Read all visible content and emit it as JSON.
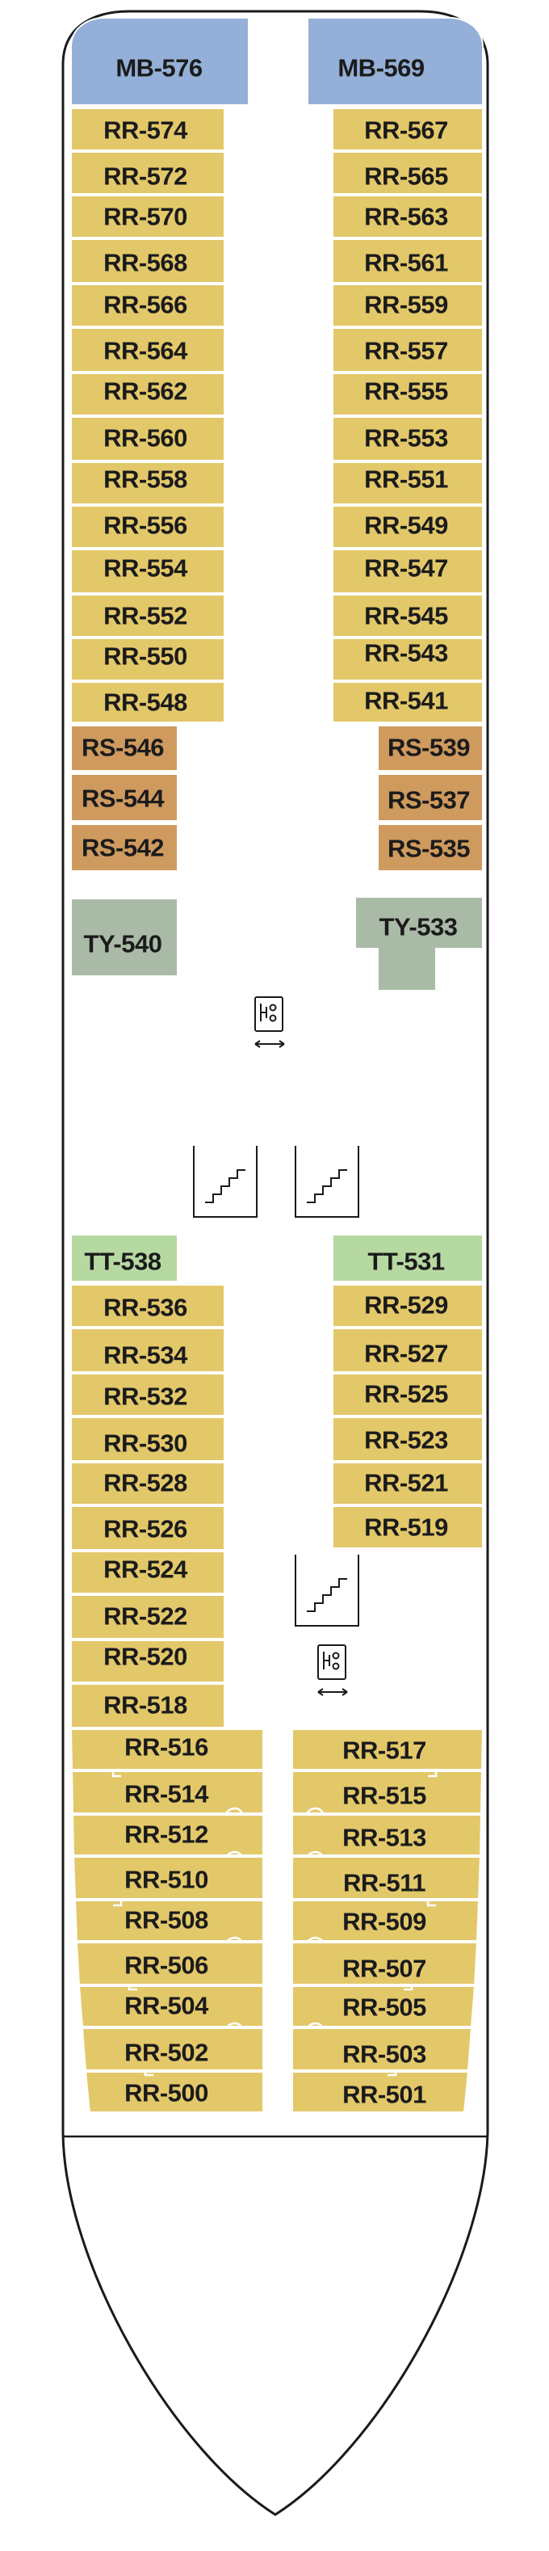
{
  "colors": {
    "suite": "#94b0d8",
    "cabin": "#e3c86a",
    "superior": "#cf9a5e",
    "grey": "#a9bba6",
    "green": "#b6d9a2",
    "hull_line": "#1a1a1a"
  },
  "icons": {
    "elevator": "elevator-icon",
    "stairs": "stairs-icon"
  },
  "cabins": [
    {
      "id": "mb576",
      "label": "MB-576",
      "cat": "suite"
    },
    {
      "id": "mb569",
      "label": "MB-569",
      "cat": "suite"
    },
    {
      "id": "rr574",
      "label": "RR-574",
      "cat": "cabin"
    },
    {
      "id": "rr572",
      "label": "RR-572",
      "cat": "cabin"
    },
    {
      "id": "rr570",
      "label": "RR-570",
      "cat": "cabin"
    },
    {
      "id": "rr568",
      "label": "RR-568",
      "cat": "cabin"
    },
    {
      "id": "rr566",
      "label": "RR-566",
      "cat": "cabin"
    },
    {
      "id": "rr564",
      "label": "RR-564",
      "cat": "cabin"
    },
    {
      "id": "rr562",
      "label": "RR-562",
      "cat": "cabin"
    },
    {
      "id": "rr560",
      "label": "RR-560",
      "cat": "cabin"
    },
    {
      "id": "rr558",
      "label": "RR-558",
      "cat": "cabin"
    },
    {
      "id": "rr556",
      "label": "RR-556",
      "cat": "cabin"
    },
    {
      "id": "rr554",
      "label": "RR-554",
      "cat": "cabin"
    },
    {
      "id": "rr552",
      "label": "RR-552",
      "cat": "cabin"
    },
    {
      "id": "rr550",
      "label": "RR-550",
      "cat": "cabin"
    },
    {
      "id": "rr548",
      "label": "RR-548",
      "cat": "cabin"
    },
    {
      "id": "rr567",
      "label": "RR-567",
      "cat": "cabin"
    },
    {
      "id": "rr565",
      "label": "RR-565",
      "cat": "cabin"
    },
    {
      "id": "rr563",
      "label": "RR-563",
      "cat": "cabin"
    },
    {
      "id": "rr561",
      "label": "RR-561",
      "cat": "cabin"
    },
    {
      "id": "rr559",
      "label": "RR-559",
      "cat": "cabin"
    },
    {
      "id": "rr557",
      "label": "RR-557",
      "cat": "cabin"
    },
    {
      "id": "rr555",
      "label": "RR-555",
      "cat": "cabin"
    },
    {
      "id": "rr553",
      "label": "RR-553",
      "cat": "cabin"
    },
    {
      "id": "rr551",
      "label": "RR-551",
      "cat": "cabin"
    },
    {
      "id": "rr549",
      "label": "RR-549",
      "cat": "cabin"
    },
    {
      "id": "rr547",
      "label": "RR-547",
      "cat": "cabin"
    },
    {
      "id": "rr545",
      "label": "RR-545",
      "cat": "cabin"
    },
    {
      "id": "rr543",
      "label": "RR-543",
      "cat": "cabin"
    },
    {
      "id": "rr541",
      "label": "RR-541",
      "cat": "cabin"
    },
    {
      "id": "rs546",
      "label": "RS-546",
      "cat": "superior"
    },
    {
      "id": "rs544",
      "label": "RS-544",
      "cat": "superior"
    },
    {
      "id": "rs542",
      "label": "RS-542",
      "cat": "superior"
    },
    {
      "id": "rs539",
      "label": "RS-539",
      "cat": "superior"
    },
    {
      "id": "rs537",
      "label": "RS-537",
      "cat": "superior"
    },
    {
      "id": "rs535",
      "label": "RS-535",
      "cat": "superior"
    },
    {
      "id": "ty540",
      "label": "TY-540",
      "cat": "grey"
    },
    {
      "id": "ty533",
      "label": "TY-533",
      "cat": "grey"
    },
    {
      "id": "tt538",
      "label": "TT-538",
      "cat": "green"
    },
    {
      "id": "tt531",
      "label": "TT-531",
      "cat": "green"
    },
    {
      "id": "rr536",
      "label": "RR-536",
      "cat": "cabin"
    },
    {
      "id": "rr534",
      "label": "RR-534",
      "cat": "cabin"
    },
    {
      "id": "rr532",
      "label": "RR-532",
      "cat": "cabin"
    },
    {
      "id": "rr530",
      "label": "RR-530",
      "cat": "cabin"
    },
    {
      "id": "rr528",
      "label": "RR-528",
      "cat": "cabin"
    },
    {
      "id": "rr526",
      "label": "RR-526",
      "cat": "cabin"
    },
    {
      "id": "rr524",
      "label": "RR-524",
      "cat": "cabin"
    },
    {
      "id": "rr522",
      "label": "RR-522",
      "cat": "cabin"
    },
    {
      "id": "rr520",
      "label": "RR-520",
      "cat": "cabin"
    },
    {
      "id": "rr518",
      "label": "RR-518",
      "cat": "cabin"
    },
    {
      "id": "rr529",
      "label": "RR-529",
      "cat": "cabin"
    },
    {
      "id": "rr527",
      "label": "RR-527",
      "cat": "cabin"
    },
    {
      "id": "rr525",
      "label": "RR-525",
      "cat": "cabin"
    },
    {
      "id": "rr523",
      "label": "RR-523",
      "cat": "cabin"
    },
    {
      "id": "rr521",
      "label": "RR-521",
      "cat": "cabin"
    },
    {
      "id": "rr519",
      "label": "RR-519",
      "cat": "cabin"
    },
    {
      "id": "rr516",
      "label": "RR-516",
      "cat": "cabin"
    },
    {
      "id": "rr514",
      "label": "RR-514",
      "cat": "cabin"
    },
    {
      "id": "rr512",
      "label": "RR-512",
      "cat": "cabin"
    },
    {
      "id": "rr510",
      "label": "RR-510",
      "cat": "cabin"
    },
    {
      "id": "rr508",
      "label": "RR-508",
      "cat": "cabin"
    },
    {
      "id": "rr506",
      "label": "RR-506",
      "cat": "cabin"
    },
    {
      "id": "rr504",
      "label": "RR-504",
      "cat": "cabin"
    },
    {
      "id": "rr502",
      "label": "RR-502",
      "cat": "cabin"
    },
    {
      "id": "rr500",
      "label": "RR-500",
      "cat": "cabin"
    },
    {
      "id": "rr517",
      "label": "RR-517",
      "cat": "cabin"
    },
    {
      "id": "rr515",
      "label": "RR-515",
      "cat": "cabin"
    },
    {
      "id": "rr513",
      "label": "RR-513",
      "cat": "cabin"
    },
    {
      "id": "rr511",
      "label": "RR-511",
      "cat": "cabin"
    },
    {
      "id": "rr509",
      "label": "RR-509",
      "cat": "cabin"
    },
    {
      "id": "rr507",
      "label": "RR-507",
      "cat": "cabin"
    },
    {
      "id": "rr505",
      "label": "RR-505",
      "cat": "cabin"
    },
    {
      "id": "rr503",
      "label": "RR-503",
      "cat": "cabin"
    },
    {
      "id": "rr501",
      "label": "RR-501",
      "cat": "cabin"
    }
  ]
}
